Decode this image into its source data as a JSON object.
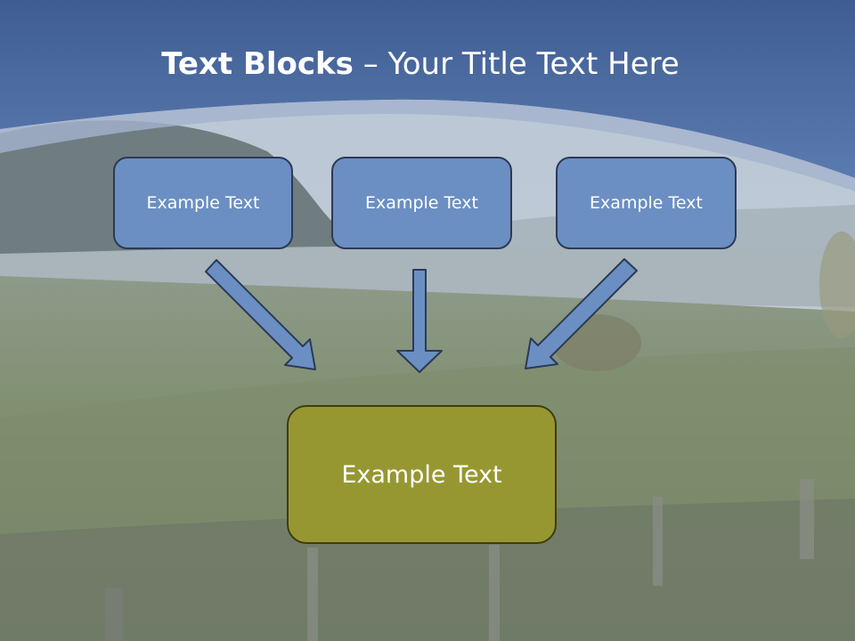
{
  "slide": {
    "title_bold": "Text Blocks",
    "title_rest": " – Your Title Text Here",
    "top_boxes": [
      {
        "label": "Example Text"
      },
      {
        "label": "Example Text"
      },
      {
        "label": "Example Text"
      }
    ],
    "bottom_box": {
      "label": "Example Text"
    }
  },
  "colors": {
    "header_blue": "#4f6fa3",
    "top_box_fill": "#6b8fc2",
    "bottom_box_fill": "#979732",
    "arrow_fill": "#6b8fc2"
  }
}
